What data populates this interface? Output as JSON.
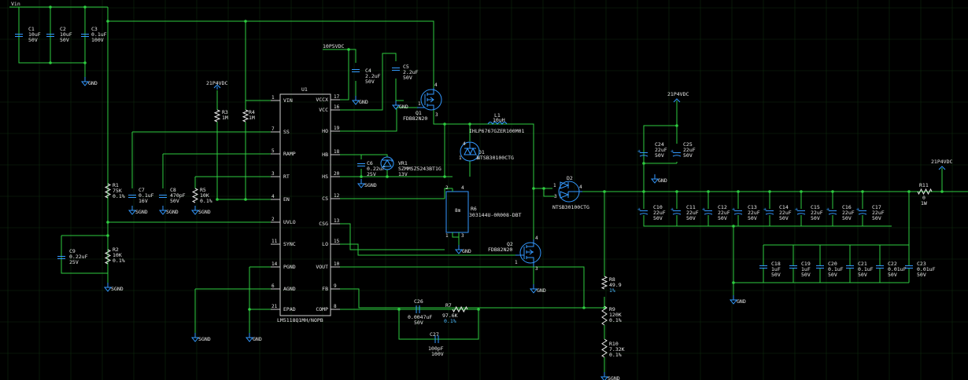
{
  "net_vin": "Vin",
  "net_21p4": "21P4VDC",
  "net_10p5": "10P5VDC",
  "gnd": "GND",
  "sgnd": "SGND",
  "ic": {
    "ref": "U1",
    "part": "LM5118Q1MH/NOPB",
    "left_pins": [
      {
        "name": "VIN",
        "num": "1"
      },
      {
        "name": "SS",
        "num": "7"
      },
      {
        "name": "RAMP",
        "num": "5"
      },
      {
        "name": "RT",
        "num": "3"
      },
      {
        "name": "EN",
        "num": "4"
      },
      {
        "name": "UVLO",
        "num": "2"
      },
      {
        "name": "SYNC",
        "num": "11"
      },
      {
        "name": "PGND",
        "num": "14"
      },
      {
        "name": "AGND",
        "num": "6"
      },
      {
        "name": "EPAD",
        "num": "21"
      }
    ],
    "right_pins": [
      {
        "name": "VCCX",
        "num": "17"
      },
      {
        "name": "VCC",
        "num": "16"
      },
      {
        "name": "HO",
        "num": "19"
      },
      {
        "name": "HB",
        "num": "18"
      },
      {
        "name": "HS",
        "num": "20"
      },
      {
        "name": "CS",
        "num": "12"
      },
      {
        "name": "CSG",
        "num": "13"
      },
      {
        "name": "LO",
        "num": "15"
      },
      {
        "name": "VOUT",
        "num": "10"
      },
      {
        "name": "FB",
        "num": "9"
      },
      {
        "name": "COMP",
        "num": "8"
      }
    ]
  },
  "caps": {
    "c1": {
      "ref": "C1",
      "val": "10uF",
      "v": "50V"
    },
    "c2": {
      "ref": "C2",
      "val": "10uF",
      "v": "50V"
    },
    "c3": {
      "ref": "C3",
      "val": "0.1uF",
      "v": "100V"
    },
    "c4": {
      "ref": "C4",
      "val": "2.2uF",
      "v": "50V"
    },
    "c5": {
      "ref": "C5",
      "val": "2.2uF",
      "v": "50V"
    },
    "c6": {
      "ref": "C6",
      "val": "0.22uF",
      "v": "25V"
    },
    "c7": {
      "ref": "C7",
      "val": "0.1uF",
      "v": "16V"
    },
    "c8": {
      "ref": "C8",
      "val": "470pF",
      "v": "50V"
    },
    "c9": {
      "ref": "C9",
      "val": "0.22uF",
      "v": "25V"
    },
    "c24": {
      "ref": "C24",
      "val": "22uF",
      "v": "50V"
    },
    "c25": {
      "ref": "C25",
      "val": "22uF",
      "v": "50V"
    },
    "c26": {
      "ref": "C26",
      "val": "0.0047uF",
      "v": "50V"
    },
    "c27": {
      "ref": "C27",
      "val": "100pF",
      "v": "100V"
    },
    "bank1": [
      {
        "ref": "C10",
        "val": "22uF",
        "v": "50V"
      },
      {
        "ref": "C11",
        "val": "22uF",
        "v": "50V"
      },
      {
        "ref": "C12",
        "val": "22uF",
        "v": "50V"
      },
      {
        "ref": "C13",
        "val": "22uF",
        "v": "50V"
      },
      {
        "ref": "C14",
        "val": "22uF",
        "v": "50V"
      },
      {
        "ref": "C15",
        "val": "22uF",
        "v": "50V"
      },
      {
        "ref": "C16",
        "val": "22uF",
        "v": "50V"
      },
      {
        "ref": "C17",
        "val": "22uF",
        "v": "50V"
      }
    ],
    "bank2": [
      {
        "ref": "C18",
        "val": "1uF",
        "v": "50V"
      },
      {
        "ref": "C19",
        "val": "1uF",
        "v": "50V"
      },
      {
        "ref": "C20",
        "val": "0.1uF",
        "v": "50V"
      },
      {
        "ref": "C21",
        "val": "0.1uF",
        "v": "50V"
      },
      {
        "ref": "C22",
        "val": "0.01uF",
        "v": "50V"
      },
      {
        "ref": "C23",
        "val": "0.01uF",
        "v": "50V"
      }
    ]
  },
  "res": {
    "r1": {
      "ref": "R1",
      "val": "75K",
      "tol": "0.1%"
    },
    "r2": {
      "ref": "R2",
      "val": "10K",
      "tol": "0.1%"
    },
    "r3": {
      "ref": "R3",
      "val": "1M"
    },
    "r4": {
      "ref": "R4",
      "val": "1M"
    },
    "r5": {
      "ref": "R5",
      "val": "10K",
      "tol": "0.1%"
    },
    "r6": {
      "ref": "R6",
      "val": "303144U-0R008-DBT",
      "inner": "8m"
    },
    "r7": {
      "ref": "R7",
      "val": "97.6K",
      "tol": "0.1%"
    },
    "r8": {
      "ref": "R8",
      "val": "49.9",
      "tol": "1%"
    },
    "r9": {
      "ref": "R9",
      "val": "120K",
      "tol": "0.1%"
    },
    "r10": {
      "ref": "R10",
      "val": "7.32K",
      "tol": "0.1%"
    },
    "r11": {
      "ref": "R11",
      "val": "0",
      "w": "1W"
    }
  },
  "semis": {
    "q1": {
      "ref": "Q1",
      "part": "FDB82N20"
    },
    "q2": {
      "ref": "Q2",
      "part": "FDB82N20"
    },
    "d1": {
      "ref": "D1",
      "part": "NTSB30100CTG"
    },
    "d2": {
      "ref": "D2",
      "part": "NTSB30100CTG"
    },
    "vr1": {
      "ref": "VR1",
      "part": "SZMMSZ5243BT1G",
      "v": "13V"
    },
    "l1": {
      "ref": "L1",
      "val": "10uH",
      "part": "IHLP6767GZER100M01"
    }
  }
}
